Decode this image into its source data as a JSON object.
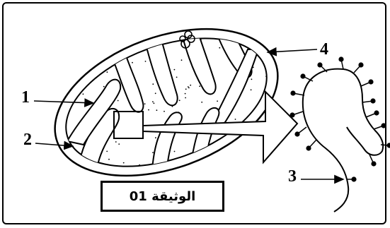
{
  "document": {
    "caption": "الوثيقة 01"
  },
  "labels": [
    "1",
    "2",
    "3",
    "4"
  ],
  "colors": {
    "ink": "#000000",
    "paper": "#ffffff"
  }
}
